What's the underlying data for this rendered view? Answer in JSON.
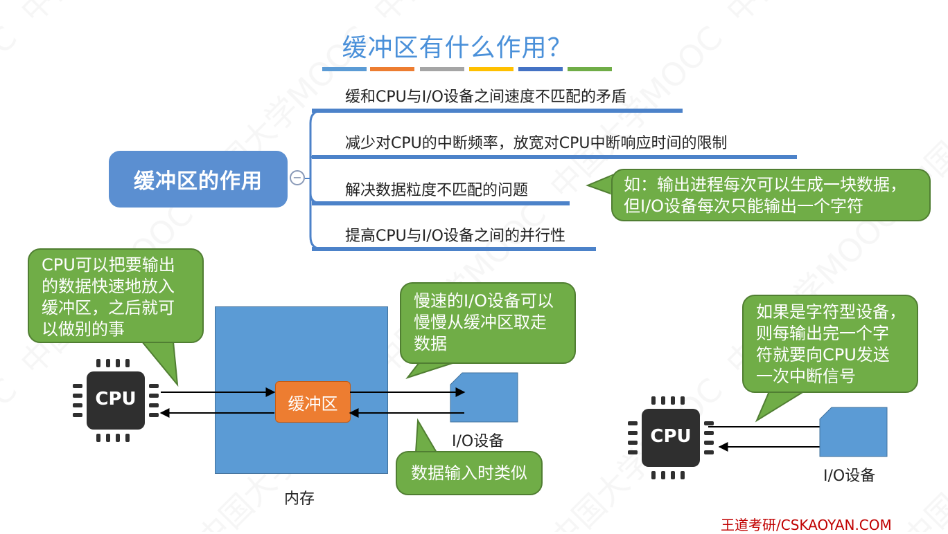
{
  "title": "缓冲区有什么作用？",
  "title_bar_colors": [
    "#5b9bd5",
    "#ed7d31",
    "#a5a5a5",
    "#ffc000",
    "#4472c4",
    "#70ad47"
  ],
  "mindmap": {
    "center": "缓冲区的作用",
    "collapse_symbol": "−",
    "branches": [
      "缓和CPU与I/O设备之间速度不匹配的矛盾",
      "减少对CPU的中断频率，放宽对CPU中断响应时间的限制",
      "解决数据粒度不匹配的问题",
      "提高CPU与I/O设备之间的并行性"
    ],
    "example_callout": [
      "如：输出进程每次可以生成一块数据，",
      "但I/O设备每次只能输出一个字符"
    ]
  },
  "left_diagram": {
    "cpu_label": "CPU",
    "cpu_callout": [
      "CPU可以把要输出",
      "的数据快速地放入",
      "缓冲区，之后就可",
      "以做别的事"
    ],
    "memory_label": "内存",
    "buffer_label": "缓冲区",
    "io_label": "I/O设备",
    "io_callout": [
      "慢速的I/O设备可以",
      "慢慢从缓冲区取走",
      "数据"
    ],
    "input_callout": "数据输入时类似"
  },
  "right_diagram": {
    "cpu_label": "CPU",
    "io_label": "I/O设备",
    "callout": [
      "如果是字符型设备，",
      "则每输出完一个字",
      "符就要向CPU发送",
      "一次中断信号"
    ]
  },
  "footer": "王道考研/CSKAOYAN.COM",
  "colors": {
    "accent_blue": "#5b8fd1",
    "callout_green": "#70ad47",
    "buffer_orange": "#ed7d31",
    "memory_blue": "#5b9bd5",
    "footer_red": "#c00000"
  },
  "icons": [
    "cpu-chip-icon",
    "minus-circle-icon",
    "arrow-right-icon",
    "arrow-left-icon"
  ]
}
